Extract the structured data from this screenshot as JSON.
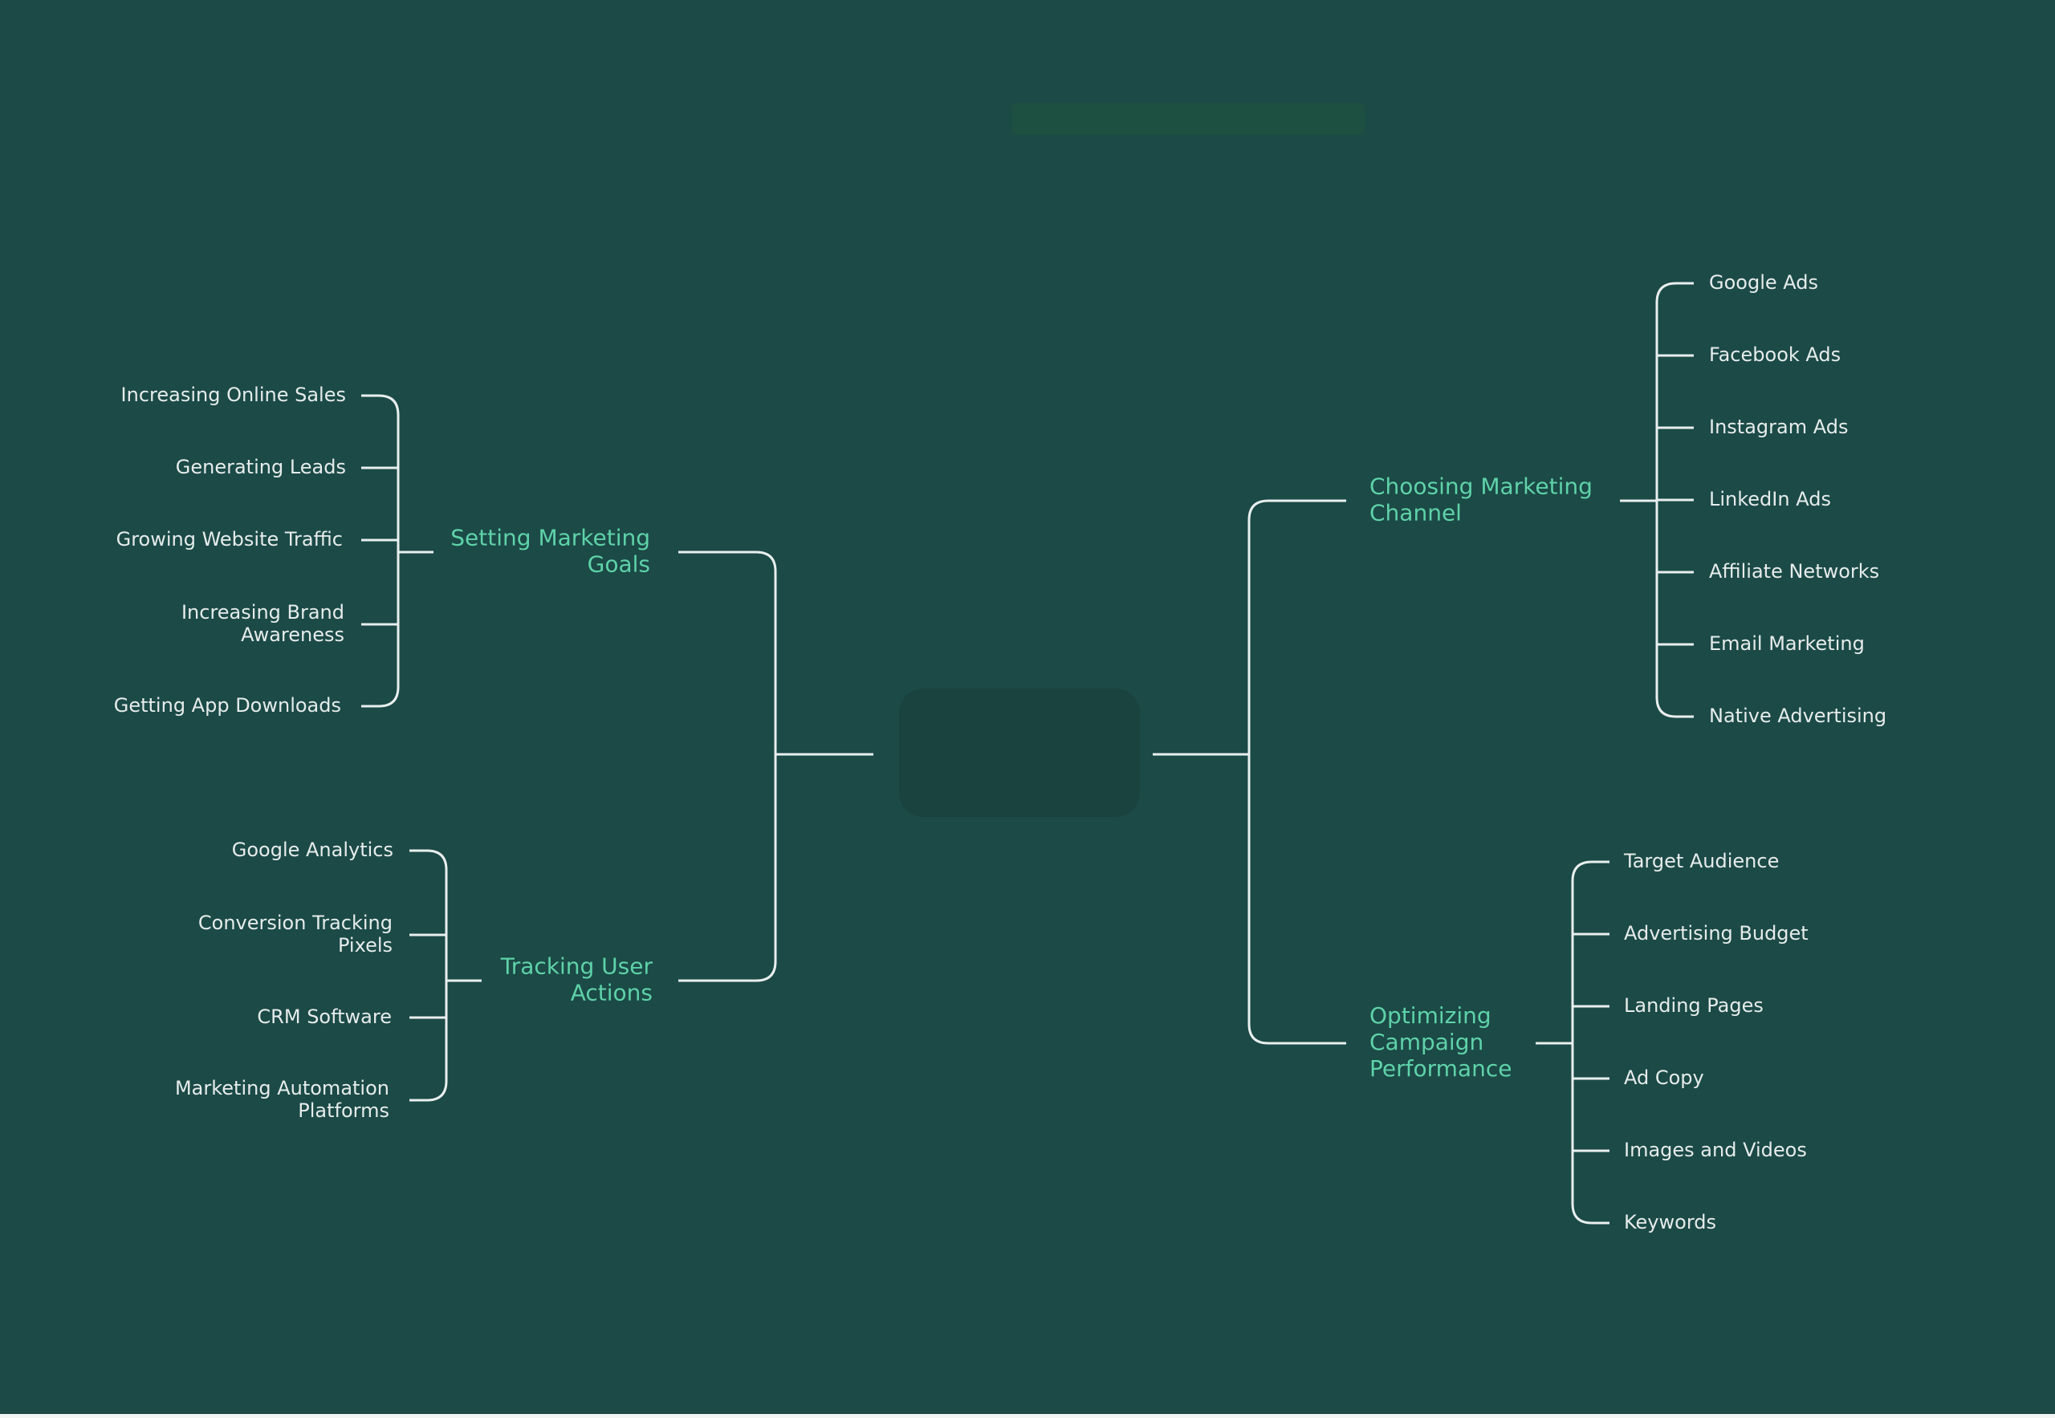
{
  "title": "",
  "center": "",
  "branches": [
    {
      "id": "goals",
      "label": [
        "Setting Marketing",
        "Goals"
      ],
      "leaves": [
        [
          "Increasing Online Sales"
        ],
        [
          "Generating Leads"
        ],
        [
          "Growing Website Traffic"
        ],
        [
          "Increasing Brand",
          "Awareness"
        ],
        [
          "Getting App Downloads"
        ]
      ]
    },
    {
      "id": "tracking",
      "label": [
        "Tracking User",
        "Actions"
      ],
      "leaves": [
        [
          "Google Analytics"
        ],
        [
          "Conversion Tracking",
          "Pixels"
        ],
        [
          "CRM Software"
        ],
        [
          "Marketing Automation",
          "Platforms"
        ]
      ]
    },
    {
      "id": "channel",
      "label": [
        "Choosing Marketing",
        "Channel"
      ],
      "leaves": [
        [
          "Google Ads"
        ],
        [
          "Facebook Ads"
        ],
        [
          "Instagram Ads"
        ],
        [
          "LinkedIn Ads"
        ],
        [
          "Affiliate Networks"
        ],
        [
          "Email Marketing"
        ],
        [
          "Native Advertising"
        ]
      ]
    },
    {
      "id": "optimizing",
      "label": [
        "Optimizing",
        "Campaign",
        "Performance"
      ],
      "leaves": [
        [
          "Target Audience"
        ],
        [
          "Advertising Budget"
        ],
        [
          "Landing Pages"
        ],
        [
          "Ad Copy"
        ],
        [
          "Images and Videos"
        ],
        [
          "Keywords"
        ]
      ]
    }
  ],
  "colors": {
    "background": "#1b4a47",
    "lines": "#e8efee",
    "branch_text": "#5fd2a8",
    "leaf_text": "#e6eceb"
  }
}
